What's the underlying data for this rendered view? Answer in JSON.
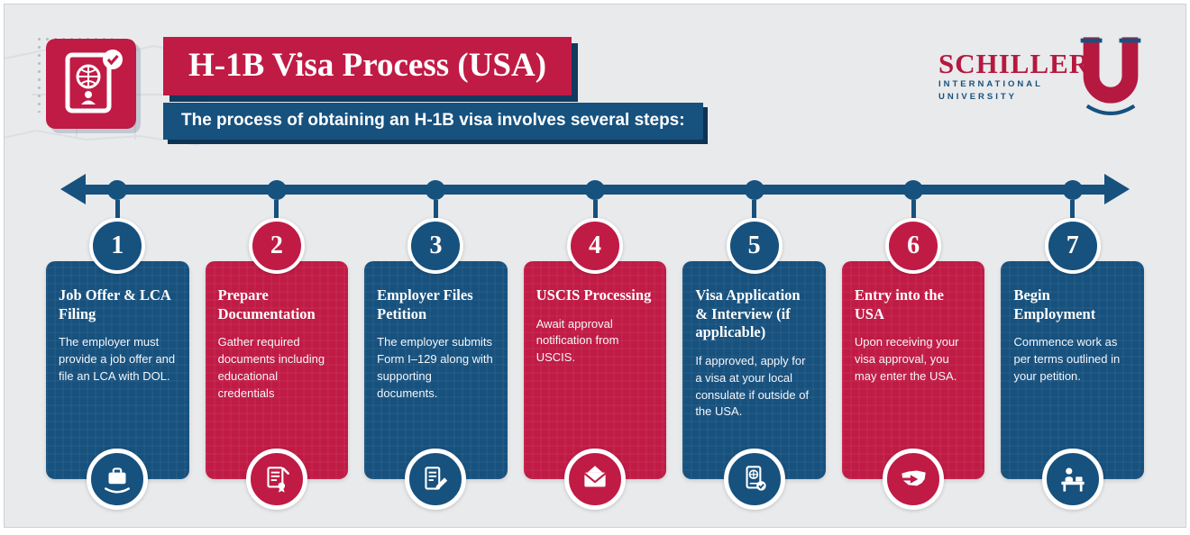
{
  "header": {
    "title": "H-1B Visa Process (USA)",
    "subtitle": "The process of obtaining an H-1B visa involves several steps:",
    "logo": {
      "name": "SCHILLER",
      "line1": "INTERNATIONAL",
      "line2": "UNIVERSITY"
    }
  },
  "colors": {
    "navy": "#17517E",
    "crimson": "#C01B45",
    "background": "#E9EAEC"
  },
  "steps": [
    {
      "number": "1",
      "theme": "navy",
      "title": "Job Offer & LCA Filing",
      "body": "The employer must provide a job offer and file an LCA with DOL.",
      "icon": "briefcase-hand-icon"
    },
    {
      "number": "2",
      "theme": "crimson",
      "title": "Prepare Documentation",
      "body": "Gather required documents including educational credentials",
      "icon": "documents-seal-icon"
    },
    {
      "number": "3",
      "theme": "navy",
      "title": "Employer Files Petition",
      "body": "The employer submits Form I–129 along with supporting documents.",
      "icon": "form-pencil-icon"
    },
    {
      "number": "4",
      "theme": "crimson",
      "title": "USCIS Processing",
      "body": "Await approval notification from USCIS.",
      "icon": "envelope-icon"
    },
    {
      "number": "5",
      "theme": "navy",
      "title": "Visa Application & Interview (if applicable)",
      "body": "If approved, apply for a visa at your local consulate if outside of the USA.",
      "icon": "passport-check-icon"
    },
    {
      "number": "6",
      "theme": "crimson",
      "title": "Entry into the USA",
      "body": "Upon receiving your visa approval, you may enter the USA.",
      "icon": "usa-map-arrow-icon"
    },
    {
      "number": "7",
      "theme": "navy",
      "title": "Begin Employment",
      "body": "Commence work as per terms outlined in your petition.",
      "icon": "person-at-desk-icon"
    }
  ]
}
